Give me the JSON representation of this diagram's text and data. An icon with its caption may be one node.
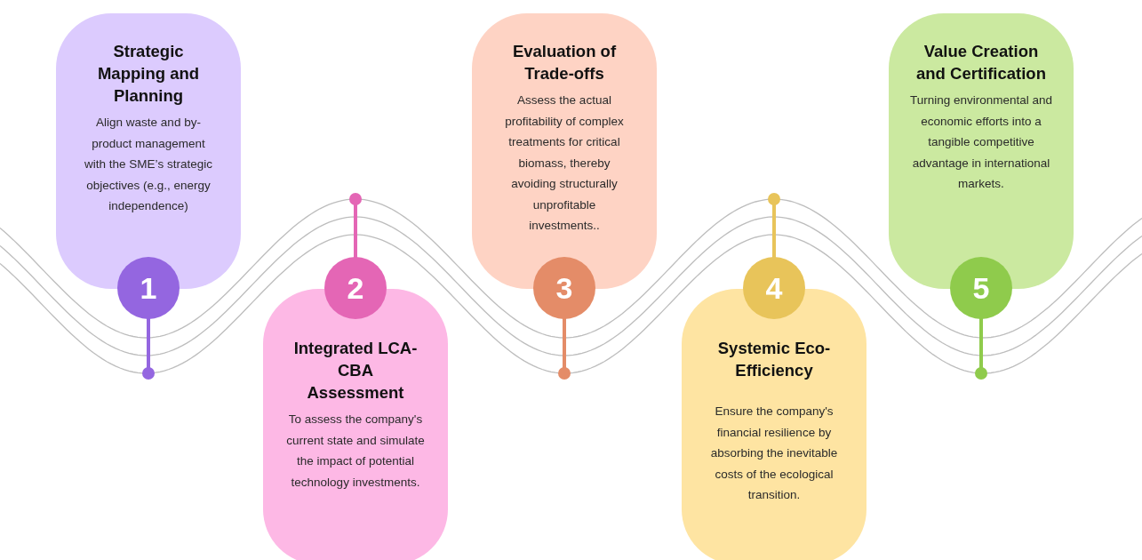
{
  "diagram": {
    "nodes": [
      {
        "text": [
          "Strategic Mapping and Planning",
          "Align waste and by-product management with the SME’s strategic objectives (e.g., energy independence)"
        ]
      },
      {
        "text": [
          "1"
        ]
      },
      {
        "text": [
          "Integrated LCA-CBA Assessment",
          "To assess the company's current state and simulate the impact of potential technology investments."
        ]
      },
      {
        "text": [
          "2"
        ]
      },
      {
        "text": [
          "Evaluation of Trade-offs",
          "Assess the actual profitability of complex treatments for critical biomass, thereby avoiding structurally unprofitable investments.."
        ]
      },
      {
        "text": [
          "3"
        ]
      },
      {
        "text": [
          "Systemic Eco-Efficiency",
          "Ensure the company's financial resilience by absorbing the inevitable costs of the ecological transition."
        ]
      },
      {
        "text": [
          "4"
        ]
      },
      {
        "text": [
          "Value Creation and Certification",
          "Turning environmental and economic efforts into a tangible competitive advantage in international markets."
        ]
      },
      {
        "text": [
          "5"
        ]
      }
    ]
  }
}
